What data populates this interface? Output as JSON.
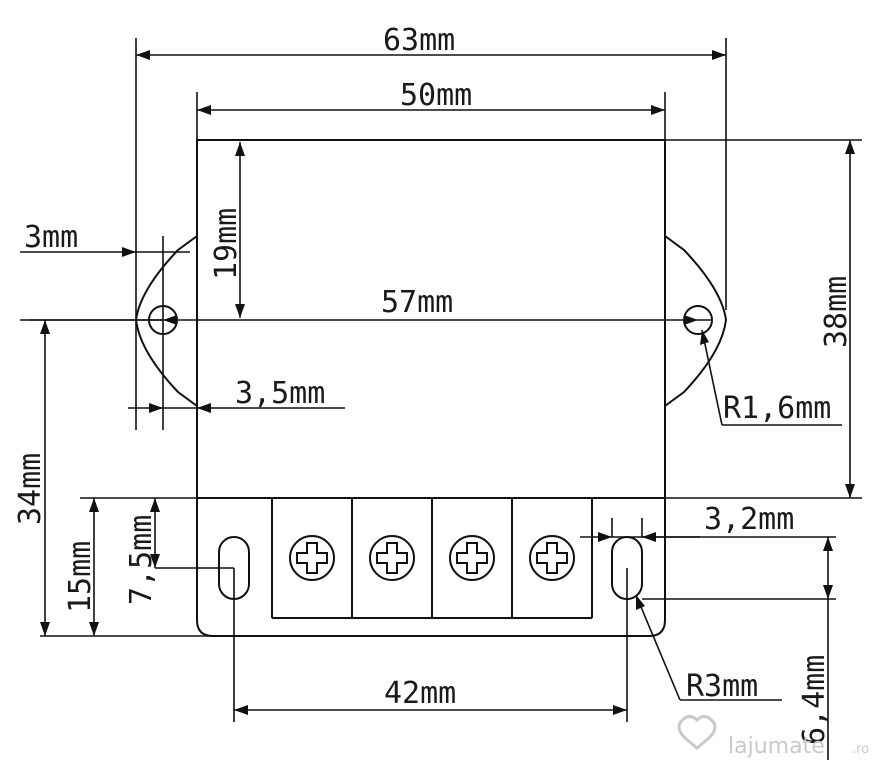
{
  "dimensions": {
    "overall_width": "63mm",
    "body_width": "50mm",
    "hole_spacing": "57mm",
    "tab_offset": "3mm",
    "body_to_hole": "3,5mm",
    "hole_height": "19mm",
    "body_height": "38mm",
    "radius_hole": "R1,6mm",
    "total_height": "34mm",
    "terminal_height": "15mm",
    "slot_center": "7,5mm",
    "slot_width": "3,2mm",
    "slot_spacing": "42mm",
    "radius_slot": "R3mm",
    "slot_length": "6,4mm"
  },
  "terminal_count": 4,
  "watermark": {
    "brand": "lajumate",
    "suffix": ".ro"
  }
}
